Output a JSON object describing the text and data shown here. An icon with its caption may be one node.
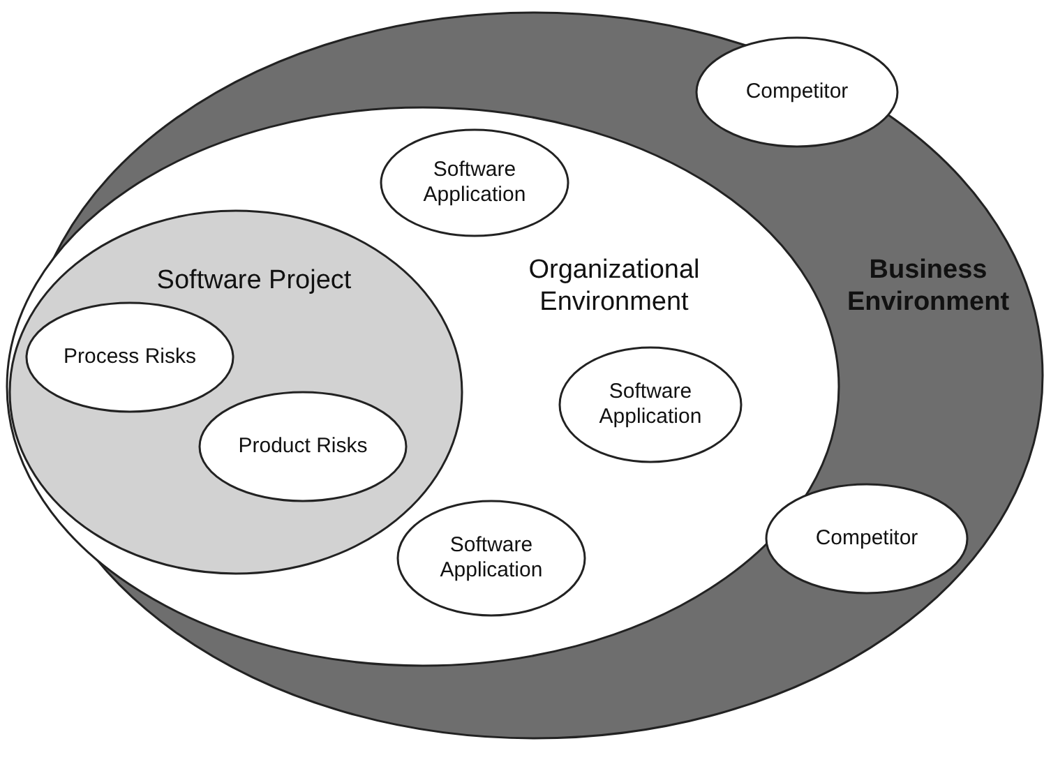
{
  "diagram": {
    "nodes": [
      {
        "text": [
          "Business Environment"
        ]
      },
      {
        "text": [
          "Organizational Environment"
        ],
        "in": 0
      },
      {
        "text": [
          "Software Project"
        ],
        "in": 1
      },
      {
        "text": [
          "Process Risks"
        ],
        "in": 2
      },
      {
        "text": [
          "Product Risks"
        ],
        "in": 2
      },
      {
        "text": [
          "Software Application"
        ],
        "in": 1
      },
      {
        "text": [
          "Software Application"
        ],
        "in": 1
      },
      {
        "text": [
          "Software Application"
        ],
        "in": 1
      },
      {
        "text": [
          "Competitor"
        ],
        "in": 0
      },
      {
        "text": [
          "Competitor"
        ],
        "in": 0
      }
    ]
  }
}
